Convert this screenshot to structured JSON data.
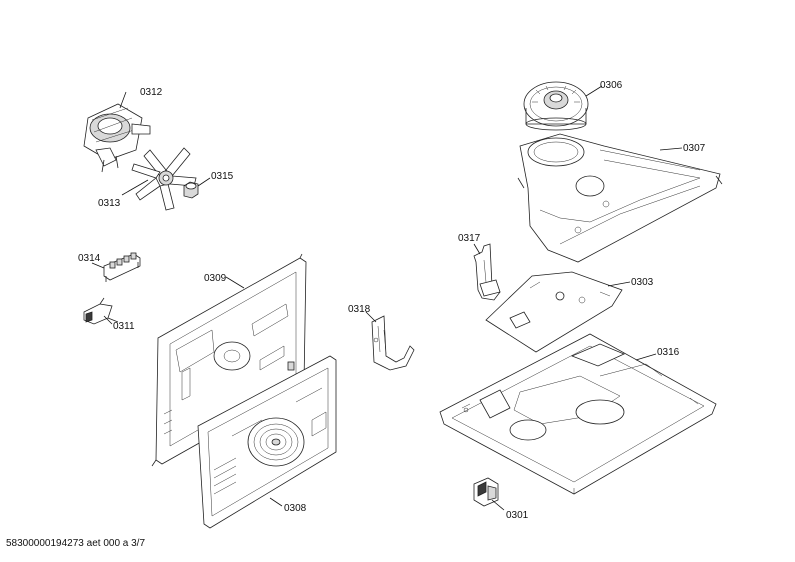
{
  "parts": {
    "p0301": "0301",
    "p0303": "0303",
    "p0306": "0306",
    "p0307": "0307",
    "p0308": "0308",
    "p0309": "0309",
    "p0311": "0311",
    "p0312": "0312",
    "p0313": "0313",
    "p0314": "0314",
    "p0315": "0315",
    "p0316": "0316",
    "p0317": "0317",
    "p0318": "0318"
  },
  "footer": {
    "code": "58300000194273 aet 000 a 3/7"
  }
}
